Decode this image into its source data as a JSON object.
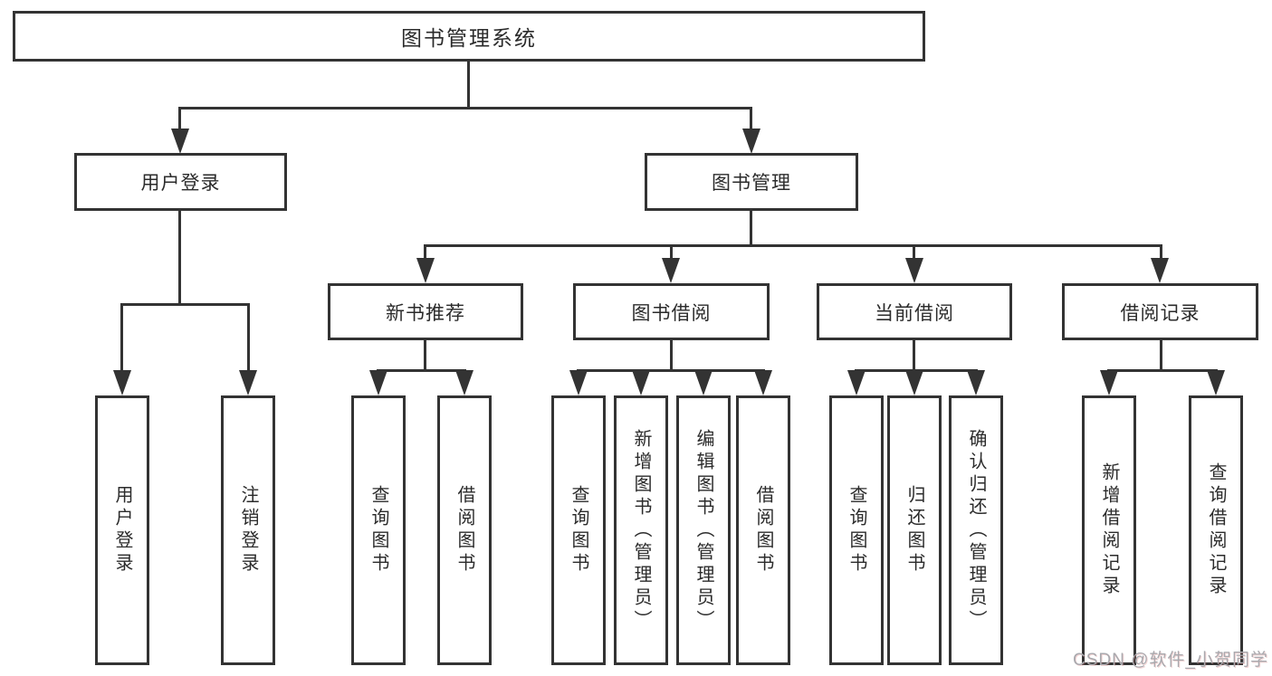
{
  "tree": {
    "label": "图书管理系统",
    "children": [
      {
        "label": "用户登录",
        "children": [
          {
            "label": "用户登录"
          },
          {
            "label": "注销登录"
          }
        ]
      },
      {
        "label": "图书管理",
        "children": [
          {
            "label": "新书推荐",
            "children": [
              {
                "label": "查询图书"
              },
              {
                "label": "借阅图书"
              }
            ]
          },
          {
            "label": "图书借阅",
            "children": [
              {
                "label": "查询图书"
              },
              {
                "label": "新增图书（管理员）"
              },
              {
                "label": "编辑图书（管理员）"
              },
              {
                "label": "借阅图书"
              }
            ]
          },
          {
            "label": "当前借阅",
            "children": [
              {
                "label": "查询图书"
              },
              {
                "label": "归还图书"
              },
              {
                "label": "确认归还（管理员）"
              }
            ]
          },
          {
            "label": "借阅记录",
            "children": [
              {
                "label": "新增借阅记录"
              },
              {
                "label": "查询借阅记录"
              }
            ]
          }
        ]
      }
    ]
  },
  "watermark": {
    "text": "CSDN @软件_小贺同学"
  },
  "colors": {
    "line": "#333333",
    "box_border": "#333333",
    "text": "#2b2b2b",
    "background": "#ffffff",
    "watermark": "#a9a9ae"
  }
}
